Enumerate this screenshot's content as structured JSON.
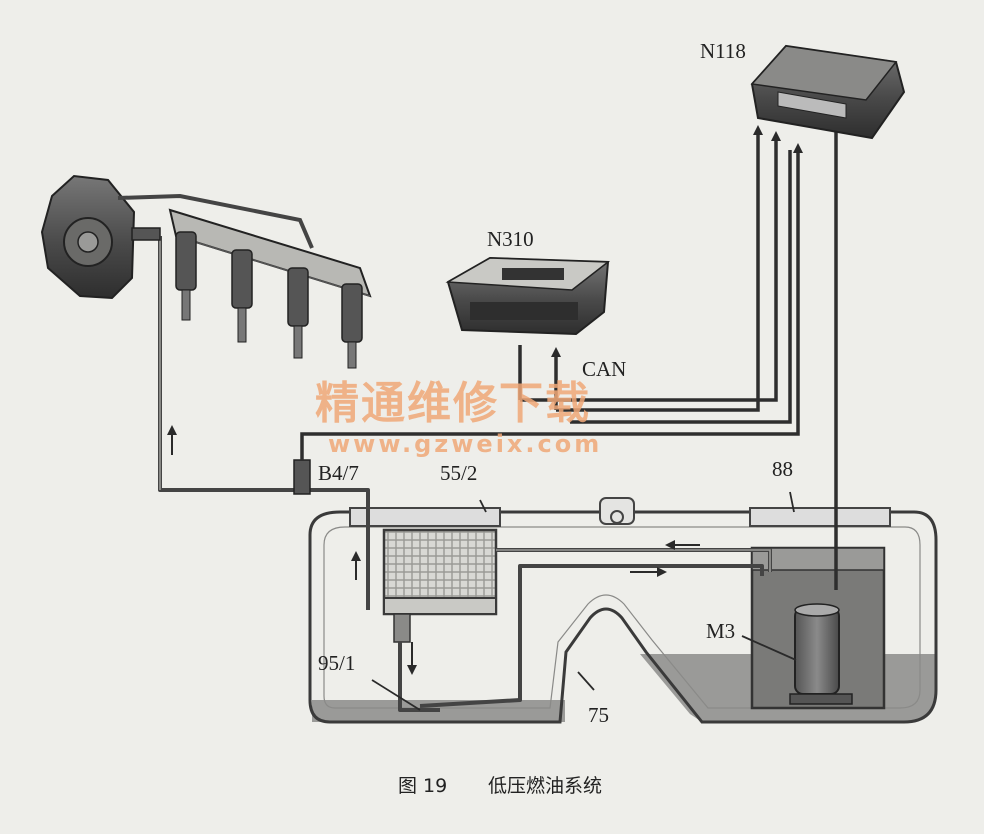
{
  "labels": {
    "n118": "N118",
    "n310": "N310",
    "can": "CAN",
    "b47": "B4/7",
    "l552": "55/2",
    "l88": "88",
    "m3": "M3",
    "l951": "95/1",
    "l75": "75"
  },
  "watermark": {
    "cn": "精通维修下载",
    "url": "www.gzweix.com"
  },
  "caption": {
    "figure": "图 19",
    "title": "低压燃油系统"
  }
}
